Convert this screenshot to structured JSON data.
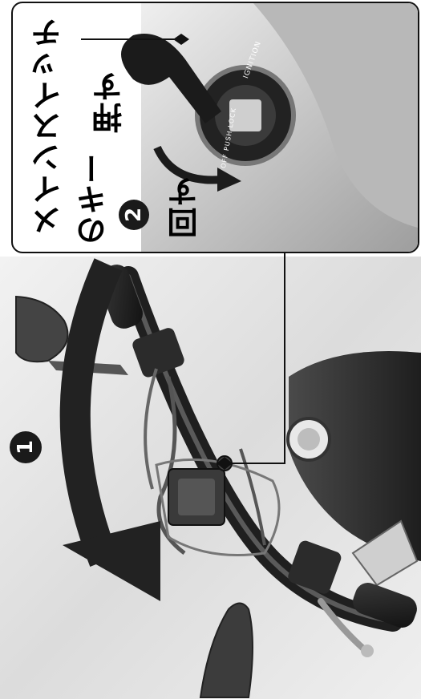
{
  "callout": {
    "title_line1": "メインスイッチ",
    "title_line2": "のキー",
    "action_push": "押す",
    "action_turn": "回す",
    "step2_number": "2"
  },
  "main": {
    "step1_number": "1"
  },
  "ignition_ring": {
    "top_text": "IGNITION",
    "bottom_text": "OFF PUSH LOCK"
  },
  "colors": {
    "badge": "#1a1a1a",
    "arrow": "#222222",
    "callout_border": "#111111",
    "photo_bg": "#d9d9d9"
  }
}
